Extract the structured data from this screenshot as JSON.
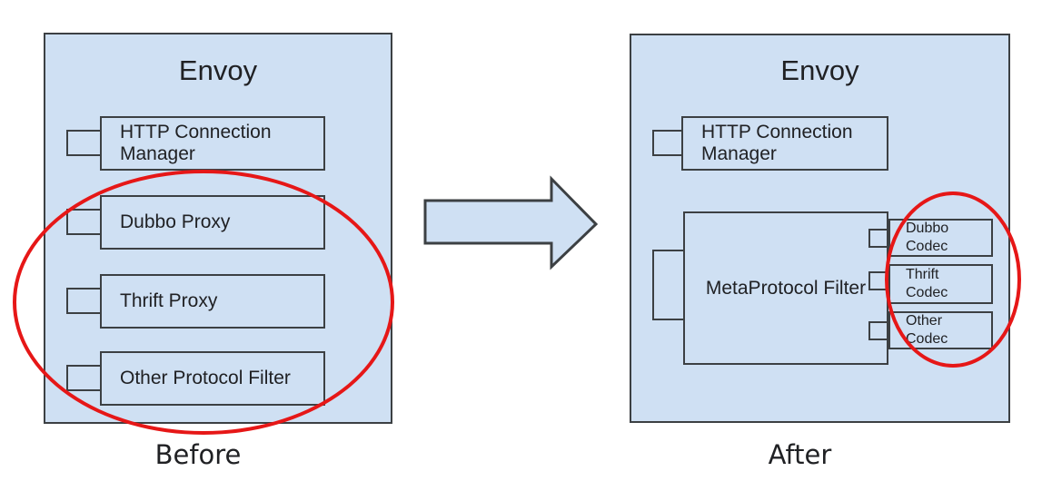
{
  "colors": {
    "background": "#ffffff",
    "shape_fill": "#cfe0f3",
    "shape_border": "#3c4043",
    "highlight_red": "#e61717",
    "text": "#202124"
  },
  "before": {
    "title": "Envoy",
    "caption": "Before",
    "filters": [
      {
        "lines": [
          "HTTP Connection",
          "Manager"
        ]
      },
      {
        "lines": [
          "Dubbo Proxy"
        ]
      },
      {
        "lines": [
          "Thrift Proxy"
        ]
      },
      {
        "lines": [
          "Other Protocol Filter"
        ]
      }
    ]
  },
  "after": {
    "title": "Envoy",
    "caption": "After",
    "filters": [
      {
        "lines": [
          "HTTP Connection",
          "Manager"
        ]
      },
      {
        "lines": [
          "MetaProtocol Filter"
        ]
      }
    ],
    "codecs": [
      {
        "lines": [
          "Dubbo",
          "Codec"
        ]
      },
      {
        "lines": [
          "Thrift",
          "Codec"
        ]
      },
      {
        "lines": [
          "Other",
          "Codec"
        ]
      }
    ]
  }
}
